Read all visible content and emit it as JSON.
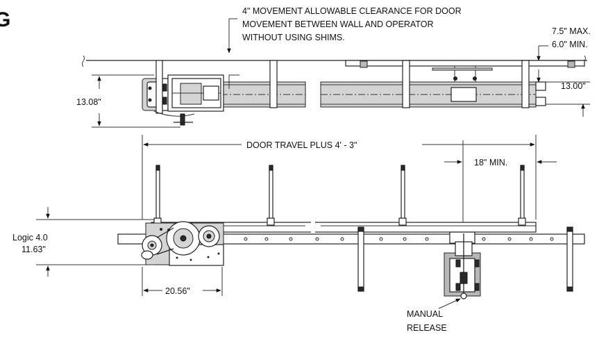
{
  "corner_fragment": "G",
  "notes": {
    "clearance_line1": "4\" MOVEMENT ALLOWABLE CLEARANCE FOR DOOR",
    "clearance_line2": "MOVEMENT BETWEEN WALL AND OPERATOR",
    "clearance_line3": "WITHOUT USING SHIMS."
  },
  "dimensions": {
    "max_offset": "7.5\" MAX.",
    "min_offset": "6.0\" MIN.",
    "track_height": "13.00\"",
    "operator_height": "13.08\"",
    "door_travel": "DOOR TRAVEL PLUS 4' - 3\"",
    "min_18": "18\" MIN.",
    "logic_label": "Logic 4.0",
    "logic_height": "11.63\"",
    "operator_width": "20.56\""
  },
  "callouts": {
    "manual_release_line1": "MANUAL",
    "manual_release_line2": "RELEASE"
  }
}
